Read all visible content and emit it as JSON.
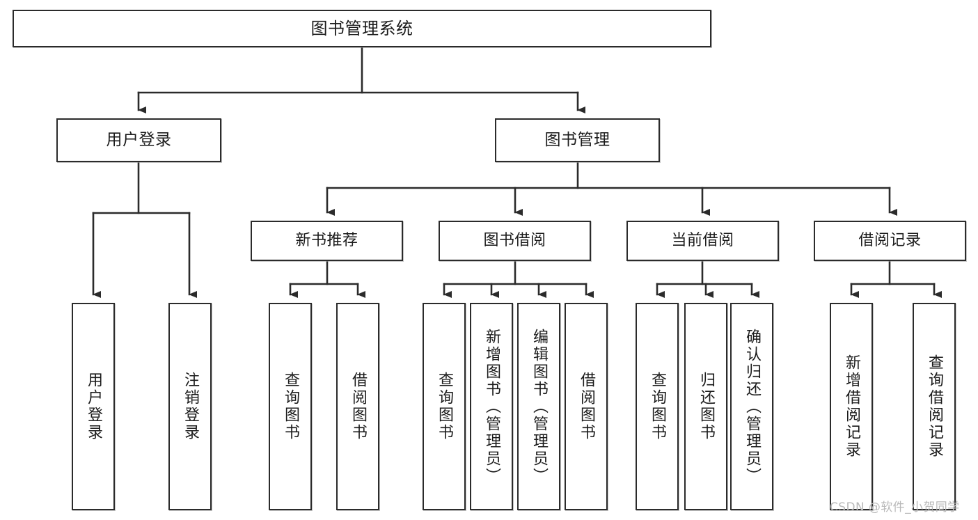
{
  "diagram": {
    "title": "图书管理系统",
    "type": "tree",
    "watermark": "CSDN @软件_小贺同学",
    "colors": {
      "box_border": "#2b2b2b",
      "box_fill": "#ffffff",
      "edge": "#2b2b2b",
      "text": "#1b1b1b",
      "watermark": "#b9b9b9"
    },
    "root": {
      "id": "root",
      "label": "图书管理系统"
    },
    "level1": [
      {
        "id": "user-login",
        "label": "用户登录"
      },
      {
        "id": "book-manage",
        "label": "图书管理"
      }
    ],
    "level2": [
      {
        "id": "new-book-rec",
        "label": "新书推荐",
        "parent": "book-manage"
      },
      {
        "id": "book-borrow",
        "label": "图书借阅",
        "parent": "book-manage"
      },
      {
        "id": "current-borrow",
        "label": "当前借阅",
        "parent": "book-manage"
      },
      {
        "id": "borrow-record",
        "label": "借阅记录",
        "parent": "book-manage"
      }
    ],
    "leaves": [
      {
        "id": "leaf-user-login",
        "label": "用户登录",
        "parent": "user-login"
      },
      {
        "id": "leaf-logout",
        "label": "注销登录",
        "parent": "user-login"
      },
      {
        "id": "leaf-query-book-1",
        "label": "查询图书",
        "parent": "new-book-rec"
      },
      {
        "id": "leaf-borrow-book-1",
        "label": "借阅图书",
        "parent": "new-book-rec"
      },
      {
        "id": "leaf-query-book-2",
        "label": "查询图书",
        "parent": "book-borrow"
      },
      {
        "id": "leaf-add-book",
        "label": "新增图书（管理员）",
        "parent": "book-borrow"
      },
      {
        "id": "leaf-edit-book",
        "label": "编辑图书（管理员）",
        "parent": "book-borrow"
      },
      {
        "id": "leaf-borrow-book-2",
        "label": "借阅图书",
        "parent": "book-borrow"
      },
      {
        "id": "leaf-query-book-3",
        "label": "查询图书",
        "parent": "current-borrow"
      },
      {
        "id": "leaf-return-book",
        "label": "归还图书",
        "parent": "current-borrow"
      },
      {
        "id": "leaf-confirm-return",
        "label": "确认归还（管理员）",
        "parent": "current-borrow"
      },
      {
        "id": "leaf-add-record",
        "label": "新增借阅记录",
        "parent": "borrow-record"
      },
      {
        "id": "leaf-query-record",
        "label": "查询借阅记录",
        "parent": "borrow-record"
      }
    ]
  }
}
